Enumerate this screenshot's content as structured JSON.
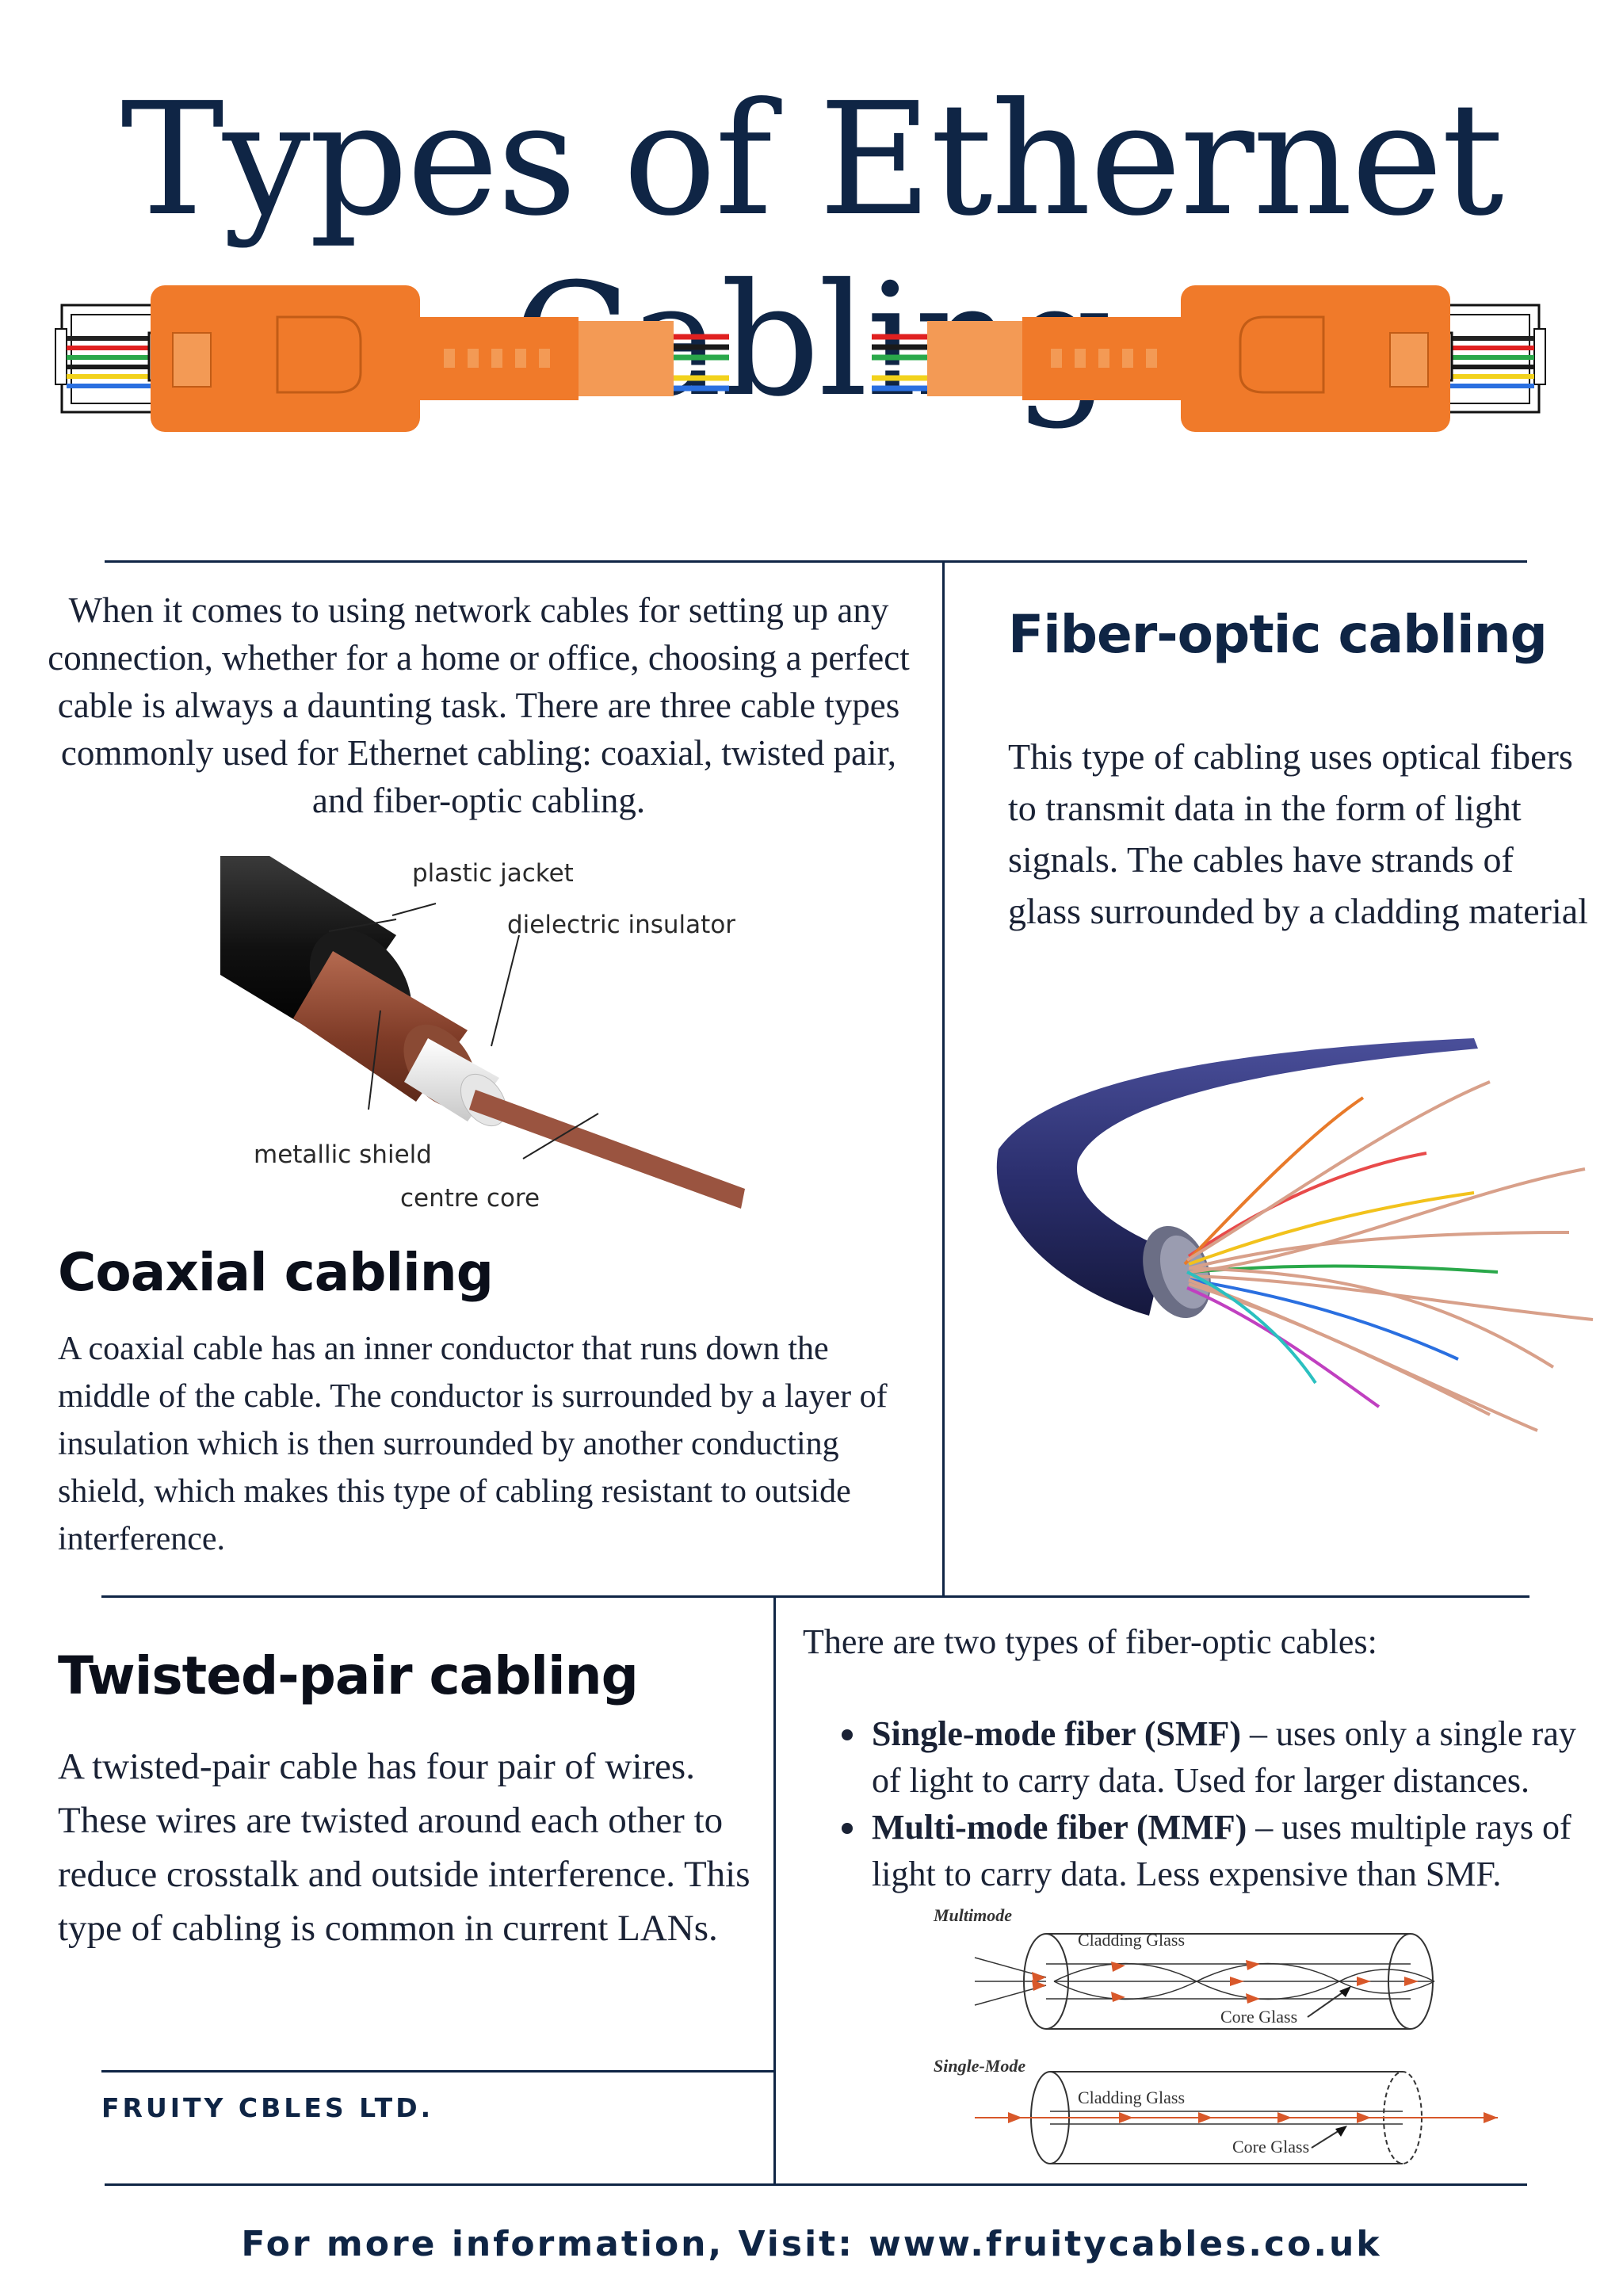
{
  "title": "Types of Ethernet Cabling",
  "intro": "When it comes to using network cables for setting up any connection, whether for a home or office, choosing a perfect cable is always a daunting task. There are three cable types commonly used for Ethernet cabling: coaxial, twisted pair, and fiber-optic cabling.",
  "coax_diagram": {
    "labels": {
      "plastic_jacket": "plastic jacket",
      "dielectric_insulator": "dielectric insulator",
      "metallic_shield": "metallic shield",
      "centre_core": "centre core"
    }
  },
  "coaxial": {
    "heading": "Coaxial cabling",
    "body": "A coaxial cable has an inner conductor that runs down the middle of the cable. The conductor is surrounded by a layer of insulation which is then surrounded by another conducting shield, which makes this type of cabling resistant to outside interference."
  },
  "fiber": {
    "heading": "Fiber-optic cabling",
    "body": "This type of cabling uses optical fibers to transmit data in the form of light signals. The cables have strands of glass surrounded by a cladding material"
  },
  "twisted": {
    "heading": "Twisted-pair cabling",
    "body": "A twisted-pair cable has four pair of wires. These wires are twisted around each other to reduce crosstalk and outside interference. This type of cabling is common in current LANs."
  },
  "fiber_types": {
    "intro": "There are two types of fiber-optic cables:",
    "items": [
      {
        "term": "Single-mode fiber (SMF)",
        "desc": " – uses only a single ray of light to carry data. Used for larger distances."
      },
      {
        "term": "Multi-mode fiber (MMF)",
        "desc": " – uses multiple rays of light to carry data. Less expensive than SMF."
      }
    ]
  },
  "mode_diagram": {
    "multimode_label": "Multimode",
    "singlemode_label": "Single-Mode",
    "cladding_label": "Cladding Glass",
    "core_label": "Core Glass"
  },
  "company": "FRUITY CBLES LTD.",
  "footer": "For more information, Visit: www.fruitycables.co.uk",
  "colors": {
    "navy": "#0f2545",
    "cable_orange": "#f07a2a",
    "coax_brown": "#8b4a35",
    "fiber_blue": "#2b2f6e"
  }
}
